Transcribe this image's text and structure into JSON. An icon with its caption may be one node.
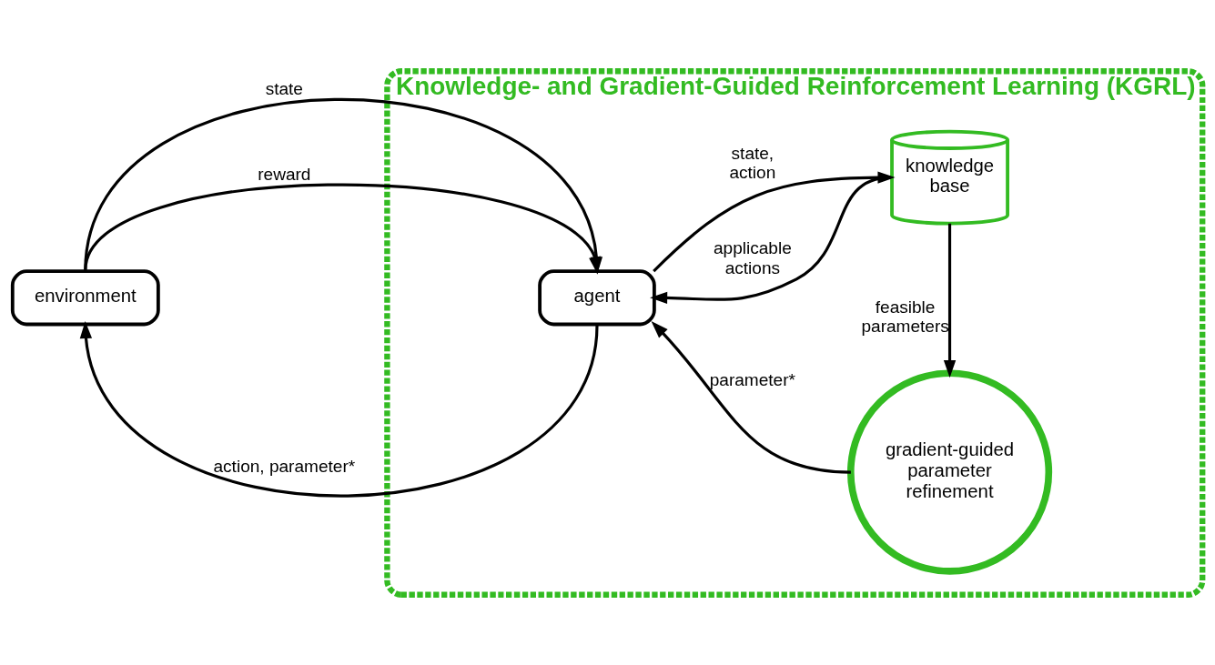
{
  "diagram": {
    "nodes": [
      {
        "text": [
          "Knowledge- and Gradient-Guided Reinforcement Learning (KGRL)"
        ]
      },
      {
        "text": [
          "environment"
        ]
      },
      {
        "text": [
          "agent"
        ],
        "in": 0
      },
      {
        "text": [
          "knowledge base"
        ],
        "in": 0
      },
      {
        "text": [
          "gradient-guided parameter refinement"
        ],
        "in": 0
      }
    ],
    "edges": [
      {
        "from": 1,
        "to": 2,
        "label": "state",
        "arrow": "to"
      },
      {
        "from": 1,
        "to": 2,
        "label": "reward",
        "arrow": "to"
      },
      {
        "from": 2,
        "to": 1,
        "label": "action, parameter*",
        "arrow": "to"
      },
      {
        "from": 2,
        "to": 3,
        "label": "state, action",
        "arrow": "to"
      },
      {
        "from": 3,
        "to": 2,
        "label": "applicable actions",
        "arrow": "to"
      },
      {
        "from": 3,
        "to": 4,
        "label": "feasible parameters",
        "arrow": "to"
      },
      {
        "from": 4,
        "to": 2,
        "label": "parameter*",
        "arrow": "to"
      }
    ]
  }
}
